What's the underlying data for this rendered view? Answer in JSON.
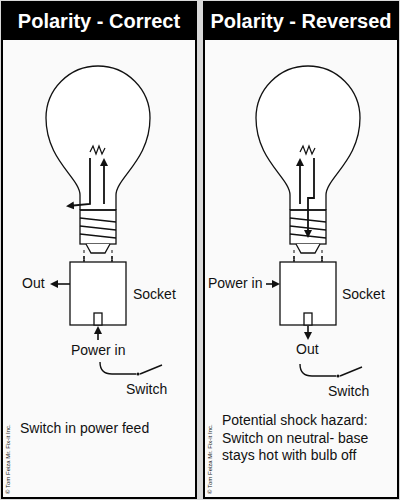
{
  "diagram": {
    "nodes": [
      {
        "text": [
          "Polarity - Correct"
        ]
      },
      {
        "text": [
          "Polarity - Reversed"
        ]
      }
    ],
    "labels": [
      "Out",
      "Socket",
      "Power in",
      "Switch",
      "Switch in power feed",
      "Power in",
      "Socket",
      "Out",
      "Switch",
      "Potential shock hazard: Switch on neutral- base stays hot with bulb off",
      "© Tom Feiza Mr. Fix-it Inc.",
      "© Tom Feiza Mr. Fix-it Inc."
    ]
  }
}
